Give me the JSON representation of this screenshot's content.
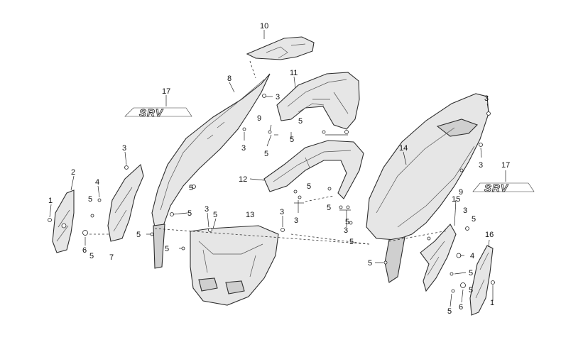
{
  "logo_text": "SRV",
  "callouts": [
    {
      "id": "c10",
      "text": "10"
    },
    {
      "id": "c11",
      "text": "11"
    },
    {
      "id": "c8",
      "text": "8"
    },
    {
      "id": "c17a",
      "text": "17"
    },
    {
      "id": "c17b",
      "text": "17"
    },
    {
      "id": "c14",
      "text": "14"
    },
    {
      "id": "c12",
      "text": "12"
    },
    {
      "id": "c13",
      "text": "13"
    },
    {
      "id": "c2",
      "text": "2"
    },
    {
      "id": "c1a",
      "text": "1"
    },
    {
      "id": "c1b",
      "text": "1"
    },
    {
      "id": "c6a",
      "text": "6"
    },
    {
      "id": "c6b",
      "text": "6"
    },
    {
      "id": "c7",
      "text": "7"
    },
    {
      "id": "c15",
      "text": "15"
    },
    {
      "id": "c16",
      "text": "16"
    },
    {
      "id": "c4a",
      "text": "4"
    },
    {
      "id": "c4b",
      "text": "4"
    },
    {
      "id": "c9a",
      "text": "9"
    },
    {
      "id": "c9b",
      "text": "9"
    },
    {
      "id": "c3a",
      "text": "3"
    },
    {
      "id": "c3b",
      "text": "3"
    },
    {
      "id": "c3c",
      "text": "3"
    },
    {
      "id": "c3d",
      "text": "3"
    },
    {
      "id": "c3e",
      "text": "3"
    },
    {
      "id": "c3f",
      "text": "3"
    },
    {
      "id": "c3g",
      "text": "3"
    },
    {
      "id": "c3h",
      "text": "3"
    },
    {
      "id": "c3i",
      "text": "3"
    },
    {
      "id": "c3j",
      "text": "3"
    },
    {
      "id": "c5a",
      "text": "5"
    },
    {
      "id": "c5b",
      "text": "5"
    },
    {
      "id": "c5c",
      "text": "5"
    },
    {
      "id": "c5d",
      "text": "5"
    },
    {
      "id": "c5e",
      "text": "5"
    },
    {
      "id": "c5f",
      "text": "5"
    },
    {
      "id": "c5g",
      "text": "5"
    },
    {
      "id": "c5h",
      "text": "5"
    },
    {
      "id": "c5i",
      "text": "5"
    },
    {
      "id": "c5j",
      "text": "5"
    },
    {
      "id": "c5k",
      "text": "5"
    },
    {
      "id": "c5l",
      "text": "5"
    },
    {
      "id": "c5m",
      "text": "5"
    },
    {
      "id": "c5n",
      "text": "5"
    },
    {
      "id": "c5o",
      "text": "5"
    },
    {
      "id": "c5p",
      "text": "5"
    },
    {
      "id": "c5q",
      "text": "5"
    },
    {
      "id": "c5r",
      "text": "5"
    },
    {
      "id": "c5s",
      "text": "5"
    }
  ]
}
